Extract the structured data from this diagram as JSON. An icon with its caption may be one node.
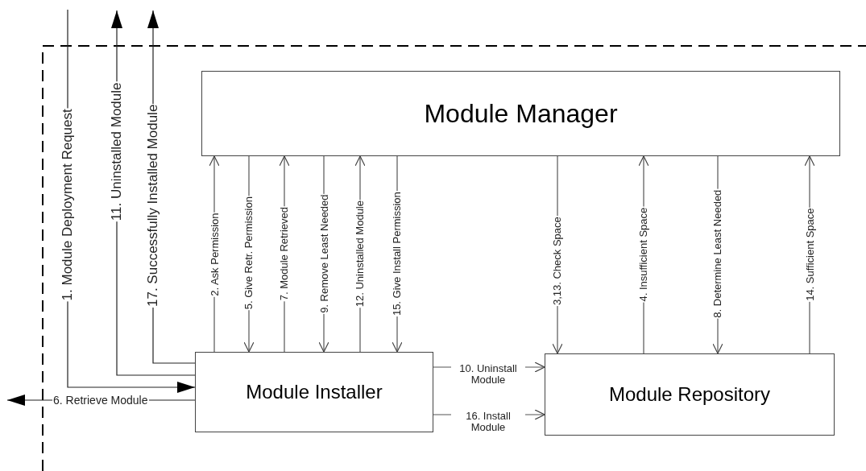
{
  "diagram": {
    "nodes": [
      {
        "text": [
          "Module Manager"
        ]
      },
      {
        "text": [
          "Module Installer"
        ]
      },
      {
        "text": [
          "Module Repository"
        ]
      }
    ],
    "edges": [
      {
        "from": null,
        "to": 1,
        "arrow": "to",
        "label": "1. Module Deployment Request"
      },
      {
        "from": 1,
        "to": 0,
        "arrow": "to",
        "label": "2. Ask Permission"
      },
      {
        "from": 0,
        "to": 2,
        "arrow": "to",
        "label": "3,13. Check Space"
      },
      {
        "from": 2,
        "to": 0,
        "arrow": "to",
        "label": "4. Insufficient Space"
      },
      {
        "from": 0,
        "to": 1,
        "arrow": "to",
        "label": "5. Give Retr. Permission"
      },
      {
        "from": 1,
        "to": null,
        "arrow": "to",
        "label": "6. Retrieve Module"
      },
      {
        "from": 1,
        "to": 0,
        "arrow": "to",
        "label": "7. Module Retrieved"
      },
      {
        "from": 0,
        "to": 2,
        "arrow": "to",
        "label": "8. Determine Least Needed"
      },
      {
        "from": 0,
        "to": 1,
        "arrow": "to",
        "label": "9. Remove Least Needed"
      },
      {
        "from": 1,
        "to": 2,
        "arrow": "to",
        "label": "10. Uninstall Module"
      },
      {
        "from": 1,
        "to": null,
        "arrow": "to",
        "label": "11. Uninstalled Module"
      },
      {
        "from": 1,
        "to": 0,
        "arrow": "to",
        "label": "12. Uninstalled Module"
      },
      {
        "from": 2,
        "to": 0,
        "arrow": "to",
        "label": "14. Sufficient Space"
      },
      {
        "from": 0,
        "to": 1,
        "arrow": "to",
        "label": "15. Give Install Permission"
      },
      {
        "from": 1,
        "to": 2,
        "arrow": "to",
        "label": "16. Install Module"
      },
      {
        "from": 1,
        "to": null,
        "arrow": "to",
        "label": "17. Successfully Installed Module"
      }
    ]
  }
}
